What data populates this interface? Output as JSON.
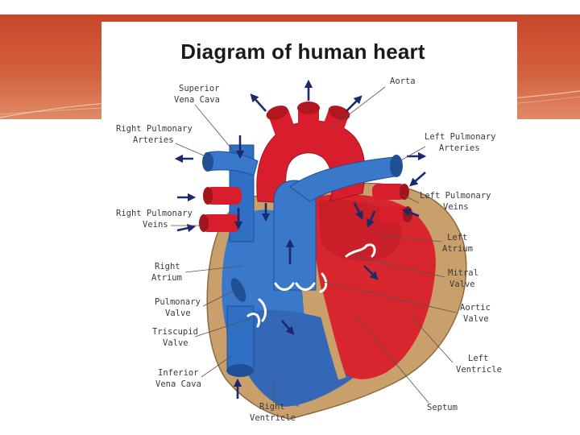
{
  "slide": {
    "title": "Diagram of human heart"
  },
  "labels": {
    "superior_vena_cava": [
      "Superior",
      "Vena Cava"
    ],
    "aorta": [
      "Aorta"
    ],
    "right_pulmonary_arteries": [
      "Right Pulmonary",
      "Arteries"
    ],
    "left_pulmonary_arteries": [
      "Left Pulmonary",
      "Arteries"
    ],
    "left_pulmonary_veins": [
      "Left Pulmonary",
      "Veins"
    ],
    "right_pulmonary_veins": [
      "Right Pulmonary",
      "Veins"
    ],
    "left_atrium": [
      "Left",
      "Atrium"
    ],
    "right_atrium": [
      "Right",
      "Atrium"
    ],
    "mitral_valve": [
      "Mitral",
      "Valve"
    ],
    "pulmonary_valve": [
      "Pulmonary",
      "Valve"
    ],
    "aortic_valve": [
      "Aortic",
      "Valve"
    ],
    "tricuspid_valve": [
      "Triscupid",
      "Valve"
    ],
    "left_ventricle": [
      "Left",
      "Ventricle"
    ],
    "inferior_vena_cava": [
      "Inferior",
      "Vena Cava"
    ],
    "right_ventricle": [
      "Right",
      "Ventricle"
    ],
    "septum": [
      "Septum"
    ]
  },
  "colors": {
    "banner": "#c9472a",
    "oxygenated": "#d81e2c",
    "deoxygenated": "#2f6fc4",
    "muscle": "#c9a06b",
    "arrow": "#1b2a6b"
  }
}
